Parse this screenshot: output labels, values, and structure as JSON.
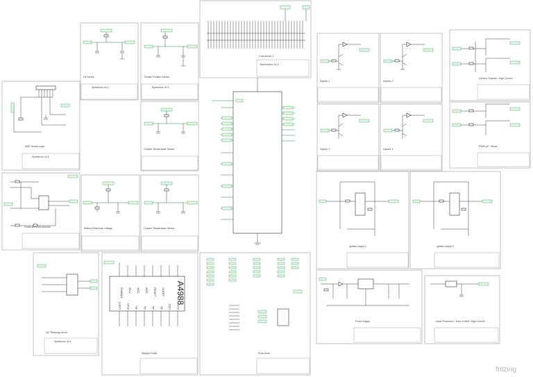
{
  "watermark": "fritzing",
  "sheets": [
    {
      "id": "oil-sensor",
      "name": "Oil Sensor",
      "project": "Speeduino v0.4"
    },
    {
      "id": "throttle",
      "name": "Throttle Position Sensor",
      "project": "Speeduino v0.4"
    },
    {
      "id": "connector",
      "name": "Connector 1",
      "project": "Speeduino v0.4"
    },
    {
      "id": "inj1",
      "name": "Injector 1",
      "project": ""
    },
    {
      "id": "inj2",
      "name": "Injector 2",
      "project": ""
    },
    {
      "id": "inj3",
      "name": "Injector 3",
      "project": ""
    },
    {
      "id": "inj4",
      "name": "Injector 4",
      "project": ""
    },
    {
      "id": "generic",
      "name": "Generic Outputs - High Current",
      "project": ""
    },
    {
      "id": "pwm",
      "name": "PWM IAT / Boost",
      "project": ""
    },
    {
      "id": "map",
      "name": "MAP Sensor Input",
      "project": "Speeduino v0.4"
    },
    {
      "id": "coolant",
      "name": "Coolant Temperature Sensor",
      "project": ""
    },
    {
      "id": "crank",
      "name": "Crank and Cam sensors",
      "project": ""
    },
    {
      "id": "battery",
      "name": "Battery Reference Voltage",
      "project": ""
    },
    {
      "id": "coolant2",
      "name": "Coolant Temperature Sensor",
      "project": ""
    },
    {
      "id": "ign1",
      "name": "Ignition output 1",
      "project": ""
    },
    {
      "id": "ign2",
      "name": "Ignition output 2",
      "project": ""
    },
    {
      "id": "mega",
      "name": "",
      "project": ""
    },
    {
      "id": "idle",
      "name": "IAC Stepping circuit",
      "project": "Speeduino v0.4"
    },
    {
      "id": "stepper",
      "name": "Stepper Driver",
      "project": ""
    },
    {
      "id": "proto",
      "name": "Proto Area",
      "project": ""
    },
    {
      "id": "power",
      "name": "Power supply",
      "project": ""
    },
    {
      "id": "audio",
      "name": "Noise Protection - Hard or Mild / High Current",
      "project": ""
    }
  ],
  "chip_label": "A4988",
  "stepper_pins_top": [
    "ENABLE",
    "MS1",
    "MS2",
    "MS3",
    "RESET",
    "SLEEP",
    "STEP",
    "DIR"
  ],
  "stepper_pins_bottom": [
    "VMOT",
    "GND",
    "2B",
    "2A",
    "1A",
    "1B",
    "VDD",
    "GND"
  ]
}
